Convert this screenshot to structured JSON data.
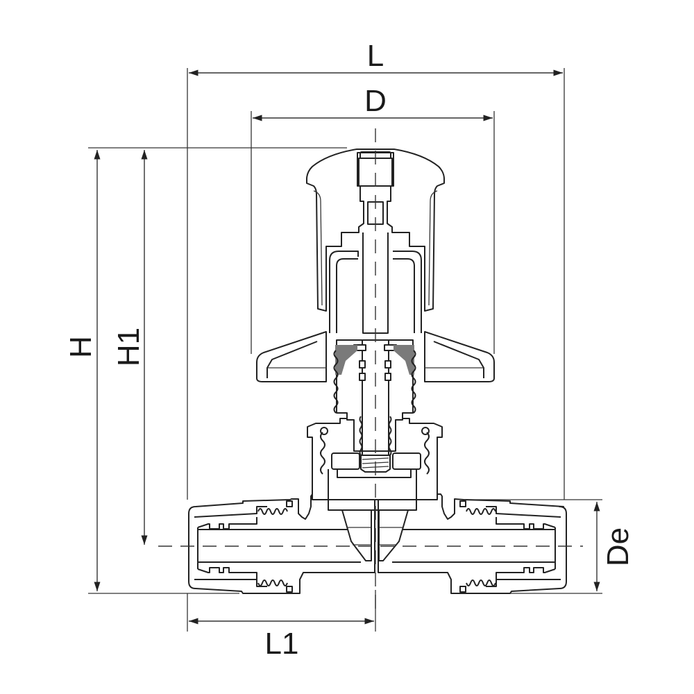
{
  "drawing": {
    "subject": "valve cross-section",
    "line_color": "#222222",
    "background": "#ffffff"
  },
  "dimensions": {
    "L": {
      "label": "L",
      "orientation": "horizontal"
    },
    "D": {
      "label": "D",
      "orientation": "horizontal"
    },
    "H": {
      "label": "H",
      "orientation": "vertical"
    },
    "H1": {
      "label": "H1",
      "orientation": "vertical"
    },
    "De": {
      "label": "De",
      "orientation": "vertical"
    },
    "L1": {
      "label": "L1",
      "orientation": "horizontal"
    }
  }
}
